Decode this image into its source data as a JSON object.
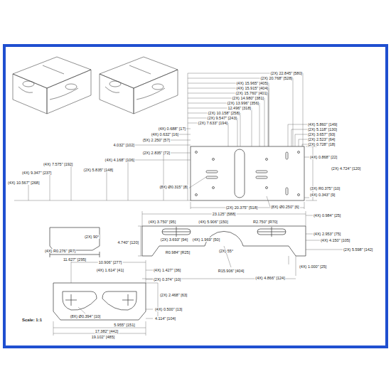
{
  "diagram": {
    "labels": [
      "(2X) 22.845\" [580]",
      "(2X) 20.768\" [528]",
      "(4X) 15.965\" [405]",
      "(4X) 15.915\" [404]",
      "(2X) 15.760\" [401]",
      "(2X) 14.980\" [381]",
      "(2X) 13.996\" [356]",
      "12.496\" [318]",
      "(2X) 10.158\" [258]",
      "(2X) 9.547\" [243]",
      "(2X) 7.633\" [194]",
      "(4X) 5.860\" [149]",
      "(2X) 5.118\" [130]",
      "(2X) 3.657\" [93]",
      "(2X) 2.523\" [64]",
      "(2X) 0.728\" [18]",
      "(4X) 0.688\" [17]",
      "(4X) 0.632\" [16]",
      "(5X) 2.250\" [57]",
      "4.032\" [102]",
      "(2X) 2.835\" [72]",
      "(4X) 4.168\" [106]",
      "(4X) 7.575\" [192]",
      "(4X) 9.347\" [237]",
      "(4X) 10.567\" [268]",
      "(2X) 5.835\" [148]",
      "(8X) Ø0.315\" [8]",
      "(2X) 20.375\" [518]",
      "(8X) Ø0.250\" [6]",
      "(4X) 0.868\" [22]",
      "(2X) 4.724\" [120]",
      "(3X) R0.375\" [10]",
      "(4X) 0.343\" [9]",
      "23.125\" [588]",
      "(4X) 0.984\" [25]",
      "(4X) 3.750\" [95]",
      "(4X) 5.906\" [150]",
      "R2.750\" [R70]",
      "(2X) 3.693\" [94]",
      "(4X) 1.969\" [50]",
      "4.740\" [120]",
      "R0.984\" [R25]",
      "(2X) 55°",
      "R15.906\" [404]",
      "(4X) 2.953\" [75]",
      "(4X) 4.150\" [105]",
      "(2X) 5.598\" [142]",
      "(4X) 1.000\" [25]",
      "(4X) 4.866\" [124]",
      "(2X) 90°",
      "(4X) R0.276\" [R7]",
      "11.627\" [295]",
      "10.906\" [277]",
      "(4X) 1.614\" [41]",
      "(4X) 1.427\" [36]",
      "(2X) 0.374\" [10]",
      "(2X) 2.468\" [63]",
      "(4X) 0.500\" [13]",
      "(8X) Ø0.394\" [10]",
      "4.114\" [104]",
      "5.955\" [151]",
      "17.382\" [442]",
      "19.102\" [485]",
      "Scale: 1:1"
    ]
  }
}
